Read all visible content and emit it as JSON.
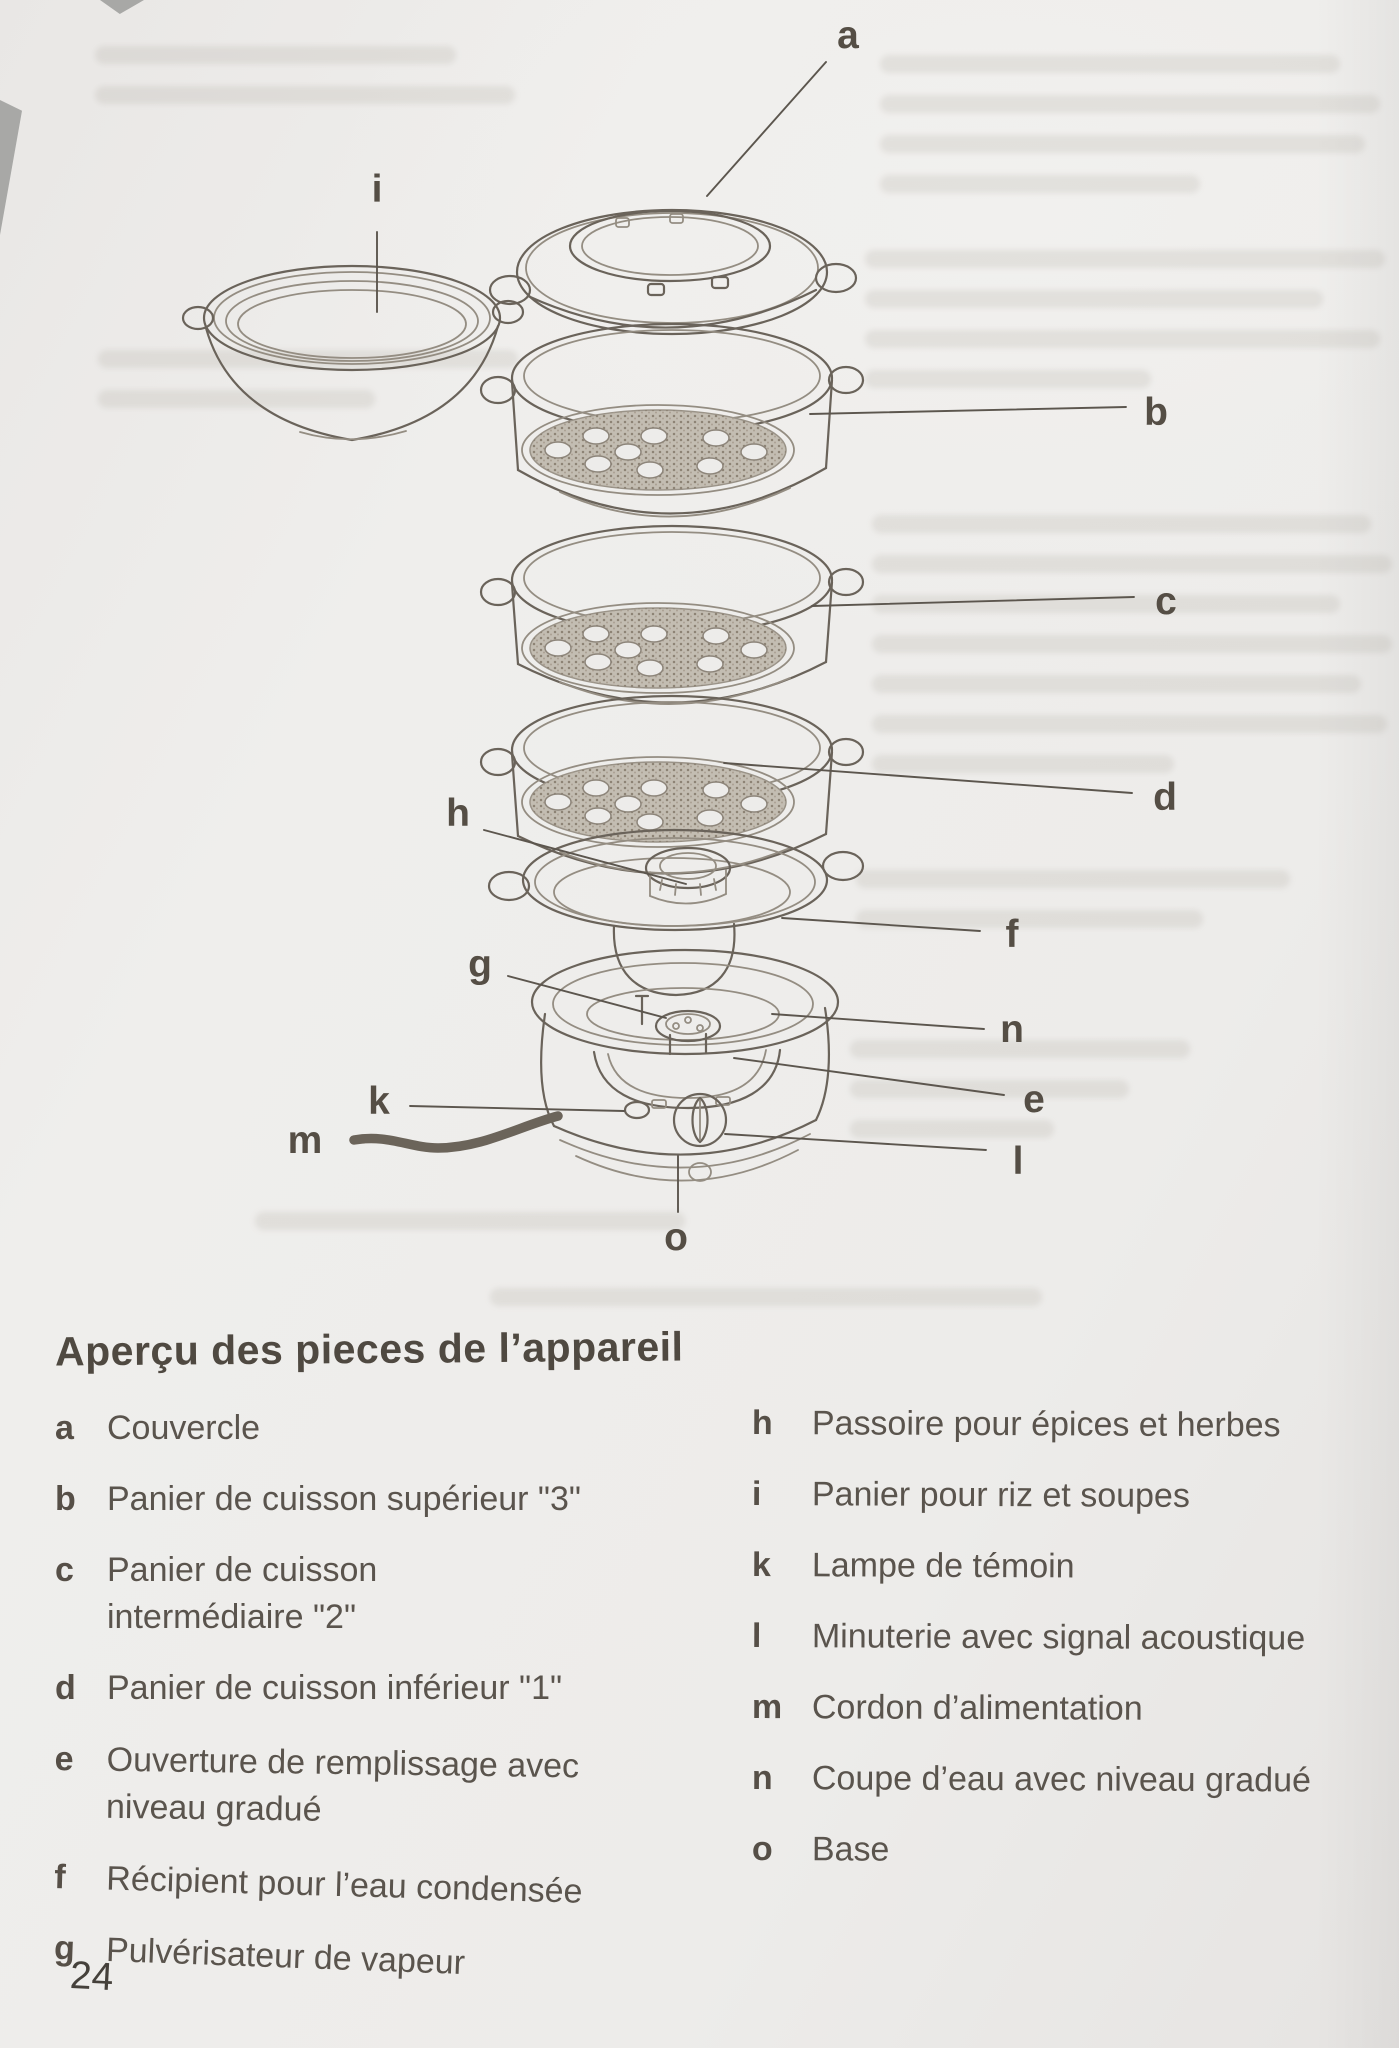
{
  "colors": {
    "ink": "#554e45",
    "paper": "#edecea"
  },
  "page": {
    "number": "24"
  },
  "legend": {
    "title": "Aperçu des pieces de l’appareil",
    "left": [
      {
        "key": "a",
        "text": "Couvercle"
      },
      {
        "key": "b",
        "text": "Panier de cuisson supérieur \"3\""
      },
      {
        "key": "c",
        "text": "Panier de cuisson intermédiaire \"2\""
      },
      {
        "key": "d",
        "text": "Panier de cuisson inférieur \"1\""
      },
      {
        "key": "e",
        "text": "Ouverture de remplissage avec niveau gradué"
      },
      {
        "key": "f",
        "text": "Récipient pour l’eau condensée"
      },
      {
        "key": "g",
        "text": "Pulvérisateur de vapeur"
      }
    ],
    "right": [
      {
        "key": "h",
        "text": "Passoire pour épices et herbes"
      },
      {
        "key": "i",
        "text": "Panier pour riz et soupes"
      },
      {
        "key": "k",
        "text": "Lampe de témoin"
      },
      {
        "key": "l",
        "text": "Minuterie avec signal acoustique"
      },
      {
        "key": "m",
        "text": "Cordon d’alimentation"
      },
      {
        "key": "n",
        "text": "Coupe d’eau avec niveau gradué"
      },
      {
        "key": "o",
        "text": "Base"
      }
    ]
  },
  "diagram": {
    "labels": {
      "a": "a",
      "b": "b",
      "c": "c",
      "d": "d",
      "e": "e",
      "f": "f",
      "g": "g",
      "h": "h",
      "i": "i",
      "k": "k",
      "l": "l",
      "m": "m",
      "n": "n",
      "o": "o"
    }
  }
}
